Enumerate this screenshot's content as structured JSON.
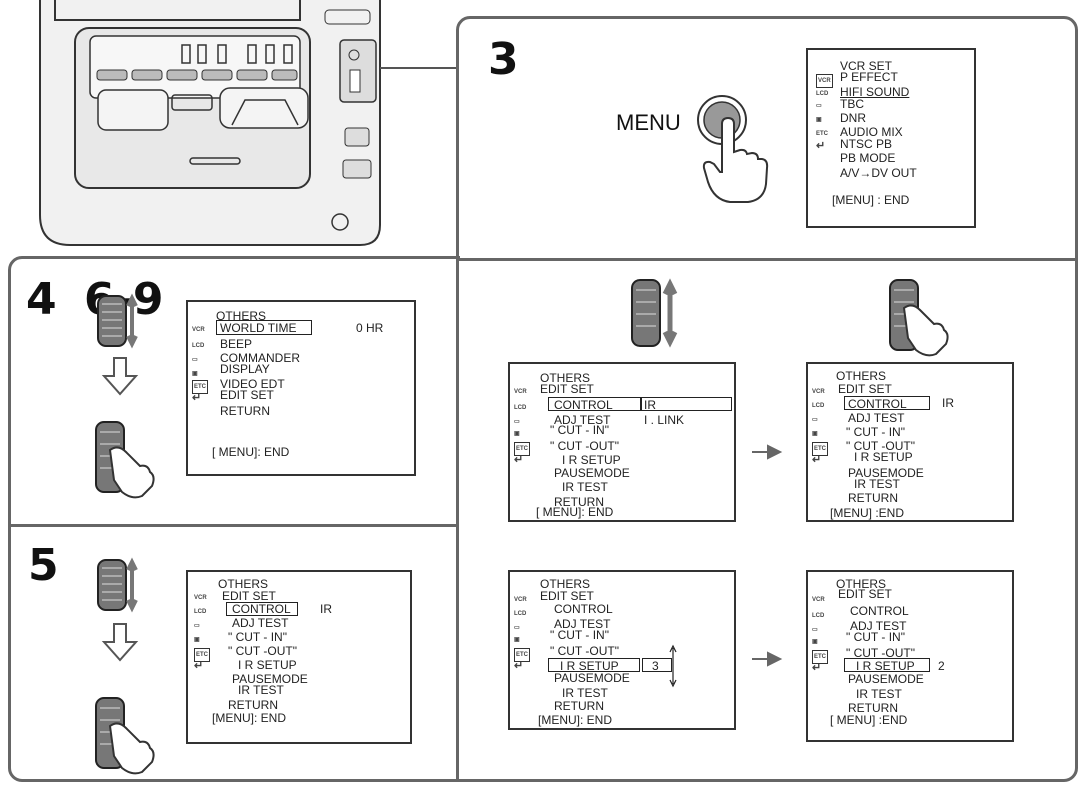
{
  "steps": {
    "s3": "3",
    "s4": "4",
    "s69": "6-9",
    "s5": "5"
  },
  "menu_button_label": "MENU",
  "icons": {
    "vcr": "VCR",
    "lcd": "LCD",
    "etc": "ETC",
    "tape": "tape-icon",
    "camera": "camera-icon",
    "return": "return-icon"
  },
  "screen_vcr": {
    "title": "VCR SET",
    "items": [
      "P EFFECT",
      "HIFI SOUND",
      "TBC",
      "DNR",
      "AUDIO MIX",
      "NTSC PB",
      "PB MODE",
      "A/V→DV OUT"
    ],
    "end": "[MENU] :  END"
  },
  "screen_s4": {
    "title": "OTHERS",
    "items": [
      "WORLD TIME",
      "BEEP",
      "COMMANDER",
      "DISPLAY",
      "VIDEO EDT",
      "EDIT SET",
      "RETURN"
    ],
    "value": "0 HR",
    "end": "[ MENU]:  END"
  },
  "screen_s5": {
    "title": "OTHERS",
    "items": [
      "EDIT SET",
      "CONTROL",
      "ADJ  TEST",
      "\" CUT - IN\"",
      "\" CUT -OUT\"",
      "I R  SETUP",
      "PAUSEMODE",
      "IR TEST",
      "RETURN"
    ],
    "value": "IR",
    "end": "[MENU]:  END"
  },
  "screen_a": {
    "title": "OTHERS",
    "items": [
      "EDIT SET",
      "CONTROL",
      "ADJ  TEST",
      "\" CUT - IN\"",
      "\" CUT -OUT\"",
      "I R  SETUP",
      "PAUSEMODE",
      "IR TEST",
      "RETURN"
    ],
    "value1": "IR",
    "value2": "I . LINK",
    "end": "[ MENU]:  END"
  },
  "screen_b": {
    "title": "OTHERS",
    "items": [
      "EDIT SET",
      "CONTROL",
      "ADJ  TEST",
      "\" CUT - IN\"",
      "\" CUT -OUT\"",
      "I R  SETUP",
      "PAUSEMODE",
      "IR TEST",
      "RETURN"
    ],
    "value": "IR",
    "end": "[MENU] :END"
  },
  "screen_c": {
    "title": "OTHERS",
    "items": [
      "EDIT SET",
      "CONTROL",
      "ADJ  TEST",
      "\" CUT - IN\"",
      "\" CUT -OUT\"",
      "I R  SETUP",
      "PAUSEMODE",
      "IR TEST",
      "RETURN"
    ],
    "value": "3",
    "end": "[MENU]:  END"
  },
  "screen_d": {
    "title": "OTHERS",
    "items": [
      "EDIT SET",
      "CONTROL",
      "ADJ  TEST",
      "\" CUT - IN\"",
      "\" CUT -OUT\"",
      "I R  SETUP",
      "PAUSEMODE",
      "IR TEST",
      "RETURN"
    ],
    "value": "2",
    "end": "[ MENU] :END"
  }
}
